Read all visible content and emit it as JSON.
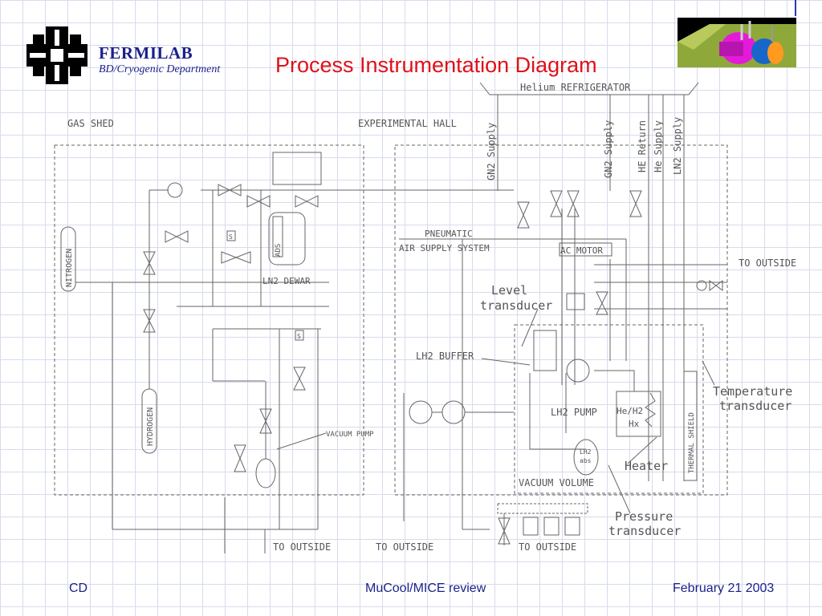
{
  "header": {
    "org_name": "FERMILAB",
    "department": "BD/Cryogenic Department",
    "title": "Process Instrumentation Diagram"
  },
  "diagram": {
    "top_label": "Helium REFRIGERATOR",
    "areas": {
      "gas_shed": "GAS SHED",
      "experimental_hall": "EXPERIMENTAL HALL"
    },
    "supply_lines": [
      "GN2 Supply",
      "GN2 Supply",
      "HE Return",
      "He Supply",
      "LN2 Supply"
    ],
    "labels": {
      "nitrogen": "NITROGEN",
      "hydrogen": "HYDROGEN",
      "ln2_dewar": "LN2 DEWAR",
      "ads": "ADS",
      "vacuum_pump": "VACUUM PUMP",
      "pneumatic_1": "PNEUMATIC",
      "pneumatic_2": "AIR SUPPLY SYSTEM",
      "ac_motor": "AC MOTOR",
      "level_1": "Level",
      "level_2": "transducer",
      "lh2_buffer": "LH2 BUFFER",
      "lh2_pump": "LH2 PUMP",
      "hx_1": "He/H2",
      "hx_2": "Hx",
      "thermal_shield": "THERMAL SHIELD",
      "temp_1": "Temperature",
      "temp_2": "transducer",
      "heater": "Heater",
      "lh2_abs_1": "LH2",
      "lh2_abs_2": "abs",
      "vacuum_volume": "VACUUM VOLUME",
      "pressure_1": "Pressure",
      "pressure_2": "transducer",
      "to_outside_1": "TO OUTSIDE",
      "to_outside_2": "TO OUTSIDE",
      "to_outside_3": "TO OUTSIDE",
      "to_outside_right": "TO OUTSIDE",
      "valve_s": "S"
    }
  },
  "footer": {
    "left": "CD",
    "center": "MuCool/MICE review",
    "right": "February 21 2003"
  },
  "colors": {
    "title": "#e0101a",
    "footer_text": "#1a1f8c",
    "line": "#666666"
  }
}
